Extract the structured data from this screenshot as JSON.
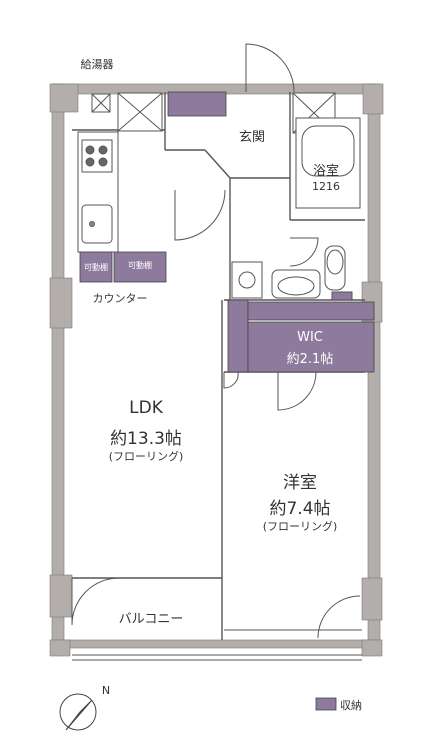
{
  "colors": {
    "wall": "#b3aeab",
    "storage": "#8e7a9c",
    "line": "#555555"
  },
  "labels": {
    "water_heater": "給湯器",
    "entrance": "玄関",
    "bathroom": "浴室",
    "bath_size": "1216",
    "counter": "カウンター",
    "movable_shelf_1": "可動棚",
    "movable_shelf_2": "可動棚",
    "wic": "WIC",
    "wic_size": "約2.1帖",
    "ldk": "LDK",
    "ldk_size": "約13.3帖",
    "ldk_floor": "(フローリング)",
    "bedroom": "洋室",
    "bedroom_size": "約7.4帖",
    "bedroom_floor": "(フローリング)",
    "balcony": "バルコニー",
    "storage_legend": "収納",
    "compass_n": "N"
  },
  "icons": [
    "compass-icon",
    "sink-icon",
    "stove-icon",
    "bathtub-icon",
    "toilet-icon",
    "washbasin-icon"
  ]
}
